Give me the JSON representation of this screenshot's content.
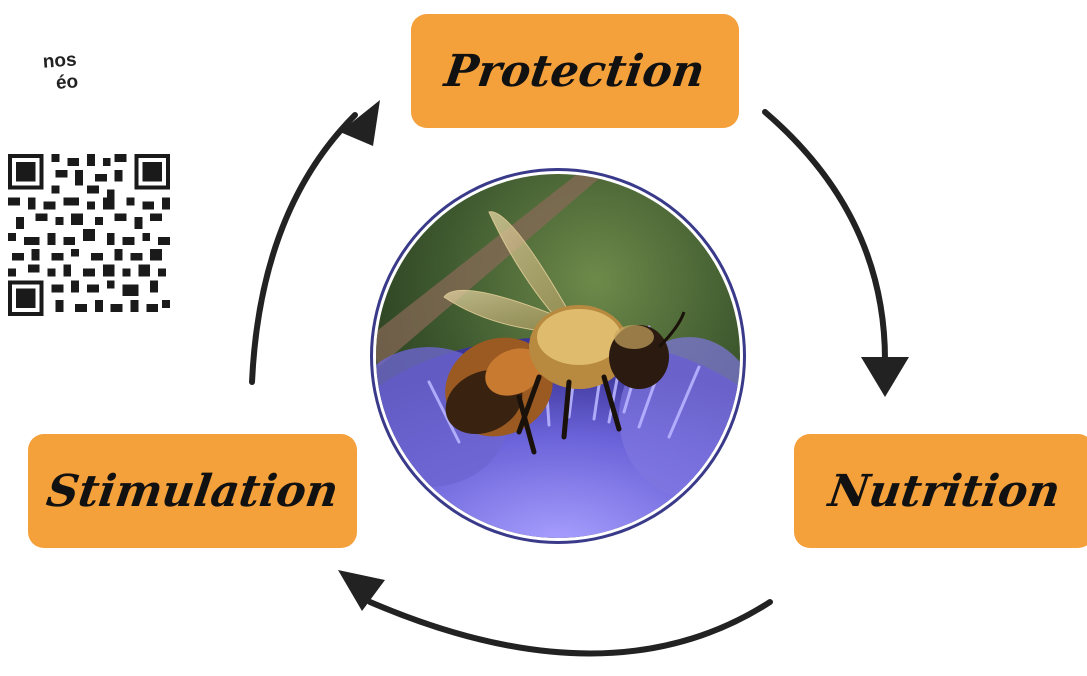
{
  "side_text": {
    "line1": "nos",
    "line2": "éo"
  },
  "stages": {
    "protection": "Protection",
    "nutrition": "Nutrition",
    "stimulation": "Stimulation"
  },
  "colors": {
    "box_fill": "#f4a03b",
    "arrow": "#222222",
    "text": "#111111"
  },
  "icons": {
    "qr": "qr-code-icon",
    "photo": "bee-on-flower-photo"
  }
}
